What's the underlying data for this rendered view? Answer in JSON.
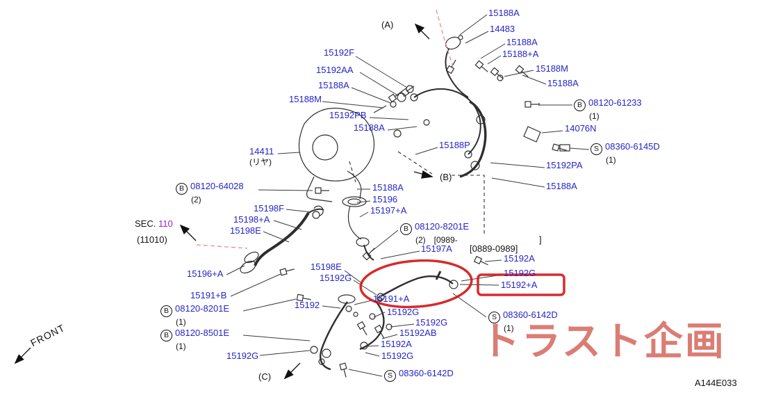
{
  "diagram_code": "A144E033",
  "front_label": "FRONT",
  "watermark": "トラスト企画",
  "sec": {
    "label": "SEC.",
    "number": "110",
    "sub": "(11010)"
  },
  "colors": {
    "label_blue": "#2424cc",
    "sec_purple": "#a020c8",
    "highlight_red": "#d41414",
    "watermark_red": "#c22818"
  },
  "labels": [
    {
      "text": "(A)"
    },
    {
      "text": "15188A"
    },
    {
      "text": "14483"
    },
    {
      "text": "15188A"
    },
    {
      "text": "15188+A"
    },
    {
      "text": "15188M"
    },
    {
      "text": "15188A"
    },
    {
      "text": "15192F"
    },
    {
      "text": "15192AA"
    },
    {
      "text": "15188A"
    },
    {
      "text": "15188M"
    },
    {
      "text": "15192PB"
    },
    {
      "text": "15188A"
    },
    {
      "prefix": "B",
      "text": "08120-61233",
      "sub": "(1)"
    },
    {
      "text": "14076N"
    },
    {
      "prefix": "S",
      "text": "08360-6145D",
      "sub": "(1)"
    },
    {
      "text": "14411",
      "sub": "(リヤ)"
    },
    {
      "text": "15188P"
    },
    {
      "text": "(B)"
    },
    {
      "text": "15192PA"
    },
    {
      "text": "15188A"
    },
    {
      "prefix": "B",
      "text": "08120-64028",
      "sub": "(2)"
    },
    {
      "text": "15188A"
    },
    {
      "text": "15196"
    },
    {
      "text": "15197+A"
    },
    {
      "text": "15198F"
    },
    {
      "text": "15198+A"
    },
    {
      "text": "15198E"
    },
    {
      "prefix": "B",
      "text": "08120-8201E",
      "sub": "(2)",
      "note": "[0989-"
    },
    {
      "text": "]"
    },
    {
      "text": "15197A"
    },
    {
      "text": "[0889-0989]"
    },
    {
      "text": "15192A"
    },
    {
      "text": "15192G"
    },
    {
      "text": "15192+A"
    },
    {
      "text": "15196+A"
    },
    {
      "text": "15198E"
    },
    {
      "text": "15192G"
    },
    {
      "text": "15191+B"
    },
    {
      "text": "15192"
    },
    {
      "text": "15191+A"
    },
    {
      "prefix": "B",
      "text": "08120-8201E",
      "sub": "(1)"
    },
    {
      "text": "15192G"
    },
    {
      "text": "15192G"
    },
    {
      "prefix": "S",
      "text": "08360-6142D",
      "sub": "(1)"
    },
    {
      "prefix": "B",
      "text": "08120-8501E",
      "sub": "(1)"
    },
    {
      "text": "15192AB"
    },
    {
      "text": "15192A"
    },
    {
      "text": "15192G"
    },
    {
      "text": "15192G"
    },
    {
      "text": "(C)"
    },
    {
      "prefix": "S",
      "text": "08360-6142D"
    },
    {
      "text": "A144E033"
    }
  ]
}
